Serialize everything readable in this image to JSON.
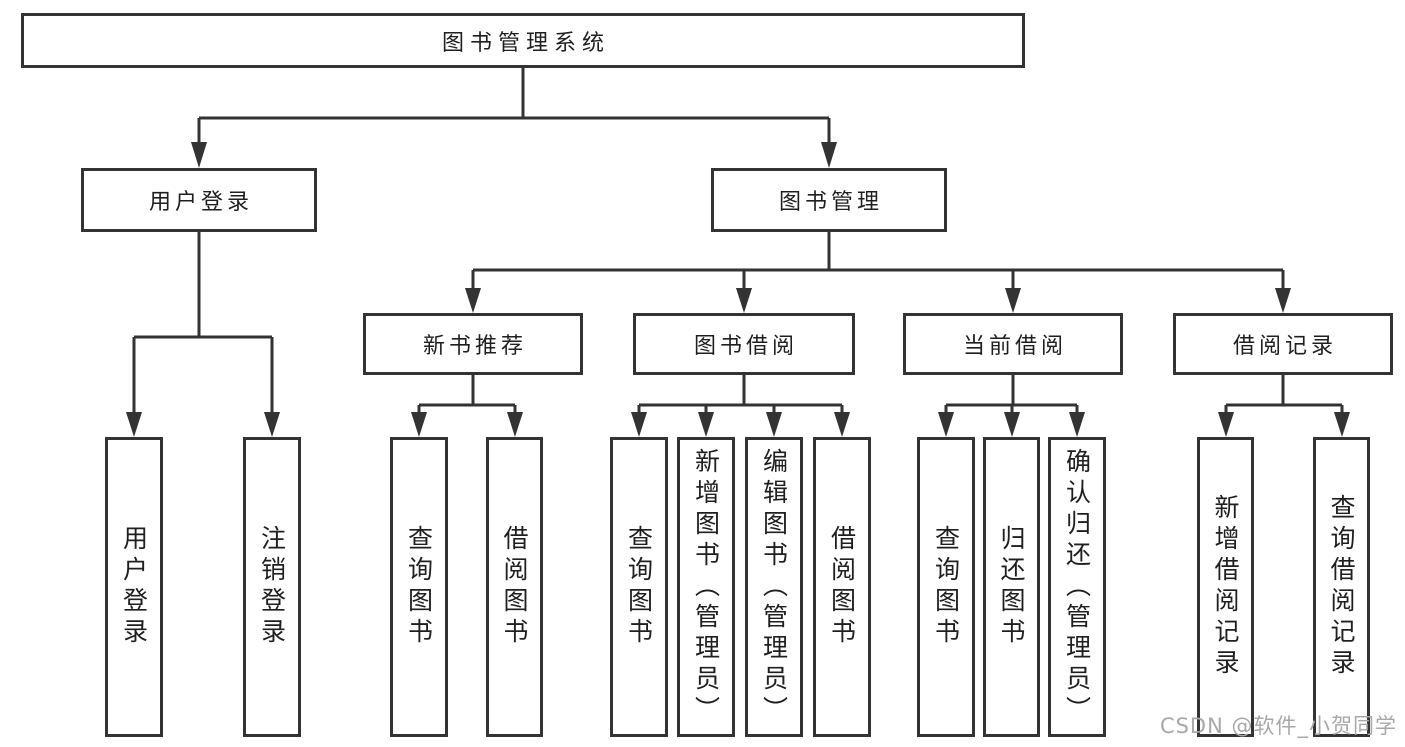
{
  "diagram": {
    "type": "hierarchy-org-chart",
    "title": "图书管理系统",
    "watermark": "CSDN @软件_小贺同学",
    "colors": {
      "line": "#333333",
      "box_border": "#333333",
      "text": "#1f1f1f",
      "watermark": "#a8a8a8",
      "background": "#ffffff"
    },
    "nodes": {
      "root": "图书管理系统",
      "user_login": "用户登录",
      "book_management": "图书管理",
      "new_book_recommend": "新书推荐",
      "book_borrow": "图书借阅",
      "current_borrow": "当前借阅",
      "borrow_record": "借阅记录",
      "leaf_login": "用户登录",
      "leaf_logout": "注销登录",
      "rec_query_book": "查询图书",
      "rec_borrow_book": "借阅图书",
      "bb_query_book": "查询图书",
      "bb_add_book": "新增图书（管理员）",
      "bb_edit_book": "编辑图书（管理员）",
      "bb_borrow_book": "借阅图书",
      "cb_query_book": "查询图书",
      "cb_return_book": "归还图书",
      "cb_confirm_return": "确认归还（管理员）",
      "br_add_record": "新增借阅记录",
      "br_query_record": "查询借阅记录"
    },
    "tree": {
      "图书管理系统": {
        "用户登录": [
          "用户登录",
          "注销登录"
        ],
        "图书管理": {
          "新书推荐": [
            "查询图书",
            "借阅图书"
          ],
          "图书借阅": [
            "查询图书",
            "新增图书（管理员）",
            "编辑图书（管理员）",
            "借阅图书"
          ],
          "当前借阅": [
            "查询图书",
            "归还图书",
            "确认归还（管理员）"
          ],
          "借阅记录": [
            "新增借阅记录",
            "查询借阅记录"
          ]
        }
      }
    }
  }
}
